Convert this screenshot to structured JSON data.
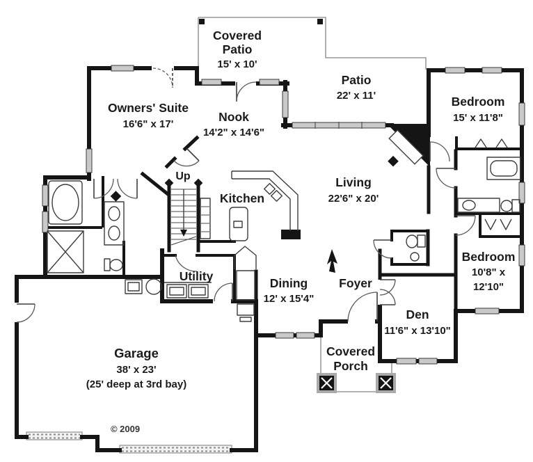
{
  "plan": {
    "copyright": "© 2009",
    "stairs_label": "Up",
    "colors": {
      "wall": "#151515",
      "window_fill": "#c9c9c9",
      "outdoor_outline": "#9a9a9a",
      "fixture_line": "#3d3d3d",
      "text": "#1b1b1b",
      "background": "#ffffff"
    },
    "rooms": {
      "covered_patio": {
        "name_line1": "Covered",
        "name_line2": "Patio",
        "dims": "15' x 10'"
      },
      "patio": {
        "name": "Patio",
        "dims": "22' x 11'"
      },
      "bedroom_upper": {
        "name": "Bedroom",
        "dims": "15' x 11'8\""
      },
      "owners_suite": {
        "name": "Owners' Suite",
        "dims": "16'6\" x 17'"
      },
      "nook": {
        "name": "Nook",
        "dims": "14'2\" x 14'6\""
      },
      "living": {
        "name": "Living",
        "dims": "22'6\" x 20'"
      },
      "kitchen": {
        "name": "Kitchen"
      },
      "utility": {
        "name": "Utility"
      },
      "dining": {
        "name": "Dining",
        "dims": "12' x 15'4\""
      },
      "foyer": {
        "name": "Foyer"
      },
      "den": {
        "name": "Den",
        "dims": "11'6\" x 13'10\""
      },
      "bedroom_lower": {
        "name": "Bedroom",
        "dims_line1": "10'8\" x",
        "dims_line2": "12'10\""
      },
      "garage": {
        "name": "Garage",
        "dims": "38' x 23'",
        "note": "(25' deep at 3rd bay)"
      },
      "covered_porch": {
        "name_line1": "Covered",
        "name_line2": "Porch"
      }
    }
  }
}
